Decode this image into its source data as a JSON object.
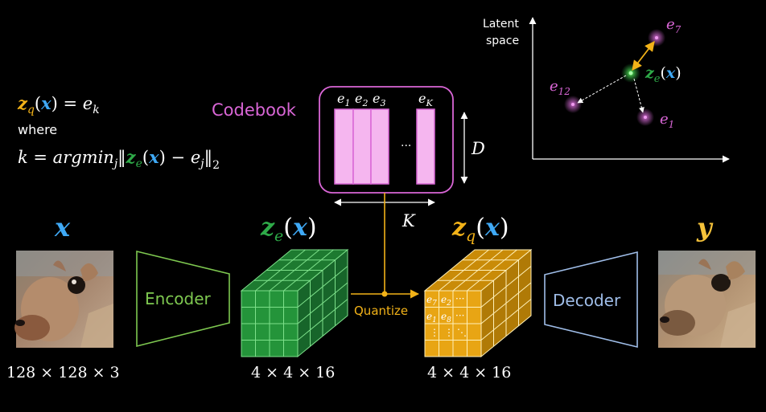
{
  "colors": {
    "background": "#000000",
    "encoder": "#7ec850",
    "z_e": "#2eaa48",
    "z_q": "#f2b218",
    "x_blue": "#3fa9f5",
    "codebook": "#d966d6",
    "codebook_fill": "#f5b6ef",
    "decoder": "#9fbde8",
    "y_yellow": "#f5c23a",
    "text": "#ffffff"
  },
  "equation": {
    "line1_lhs_z": "z",
    "line1_lhs_sub": "q",
    "line1_lhs_arg": "x",
    "line1_rhs": "= e",
    "line1_rhs_sub": "k",
    "line2": "where",
    "line3_k": "k = argmin",
    "line3_sub": "j",
    "line3_z": "z",
    "line3_z_sub": "e",
    "line3_x": "x",
    "line3_minus": "−",
    "line3_e": "e",
    "line3_e_sub": "j",
    "line3_norm_sub": "2"
  },
  "codebook": {
    "label": "Codebook",
    "entries": [
      {
        "name": "e",
        "sub": "1"
      },
      {
        "name": "e",
        "sub": "2"
      },
      {
        "name": "e",
        "sub": "3"
      },
      {
        "name": "e",
        "sub": "K"
      }
    ],
    "ellipsis": "···",
    "dim_D": "D",
    "dim_K": "K"
  },
  "latent": {
    "axis_label_line1": "Latent",
    "axis_label_line2": "space",
    "points": [
      {
        "name": "e",
        "sub": "7"
      },
      {
        "name": "e",
        "sub": "12"
      },
      {
        "name": "e",
        "sub": "1"
      }
    ],
    "center_z": "z",
    "center_sub": "e",
    "center_arg": "x"
  },
  "pipeline": {
    "input_label": "x",
    "input_dims": "128 × 128 × 3",
    "encoder_label": "Encoder",
    "ze_label_z": "z",
    "ze_label_sub": "e",
    "ze_label_arg": "x",
    "ze_dims": "4 × 4 × 16",
    "quantize_label": "Quantize",
    "zq_label_z": "z",
    "zq_label_sub": "q",
    "zq_label_arg": "x",
    "zq_dims": "4 × 4 × 16",
    "zq_cells": [
      {
        "name": "e",
        "sub": "7"
      },
      {
        "name": "e",
        "sub": "2"
      },
      {
        "name": "···",
        "sub": ""
      },
      {
        "name": "e",
        "sub": "1"
      },
      {
        "name": "e",
        "sub": "8"
      },
      {
        "name": "···",
        "sub": ""
      },
      {
        "name": "⋮",
        "sub": ""
      },
      {
        "name": "⋮",
        "sub": ""
      },
      {
        "name": "⋱",
        "sub": ""
      }
    ],
    "decoder_label": "Decoder",
    "output_label": "y"
  }
}
